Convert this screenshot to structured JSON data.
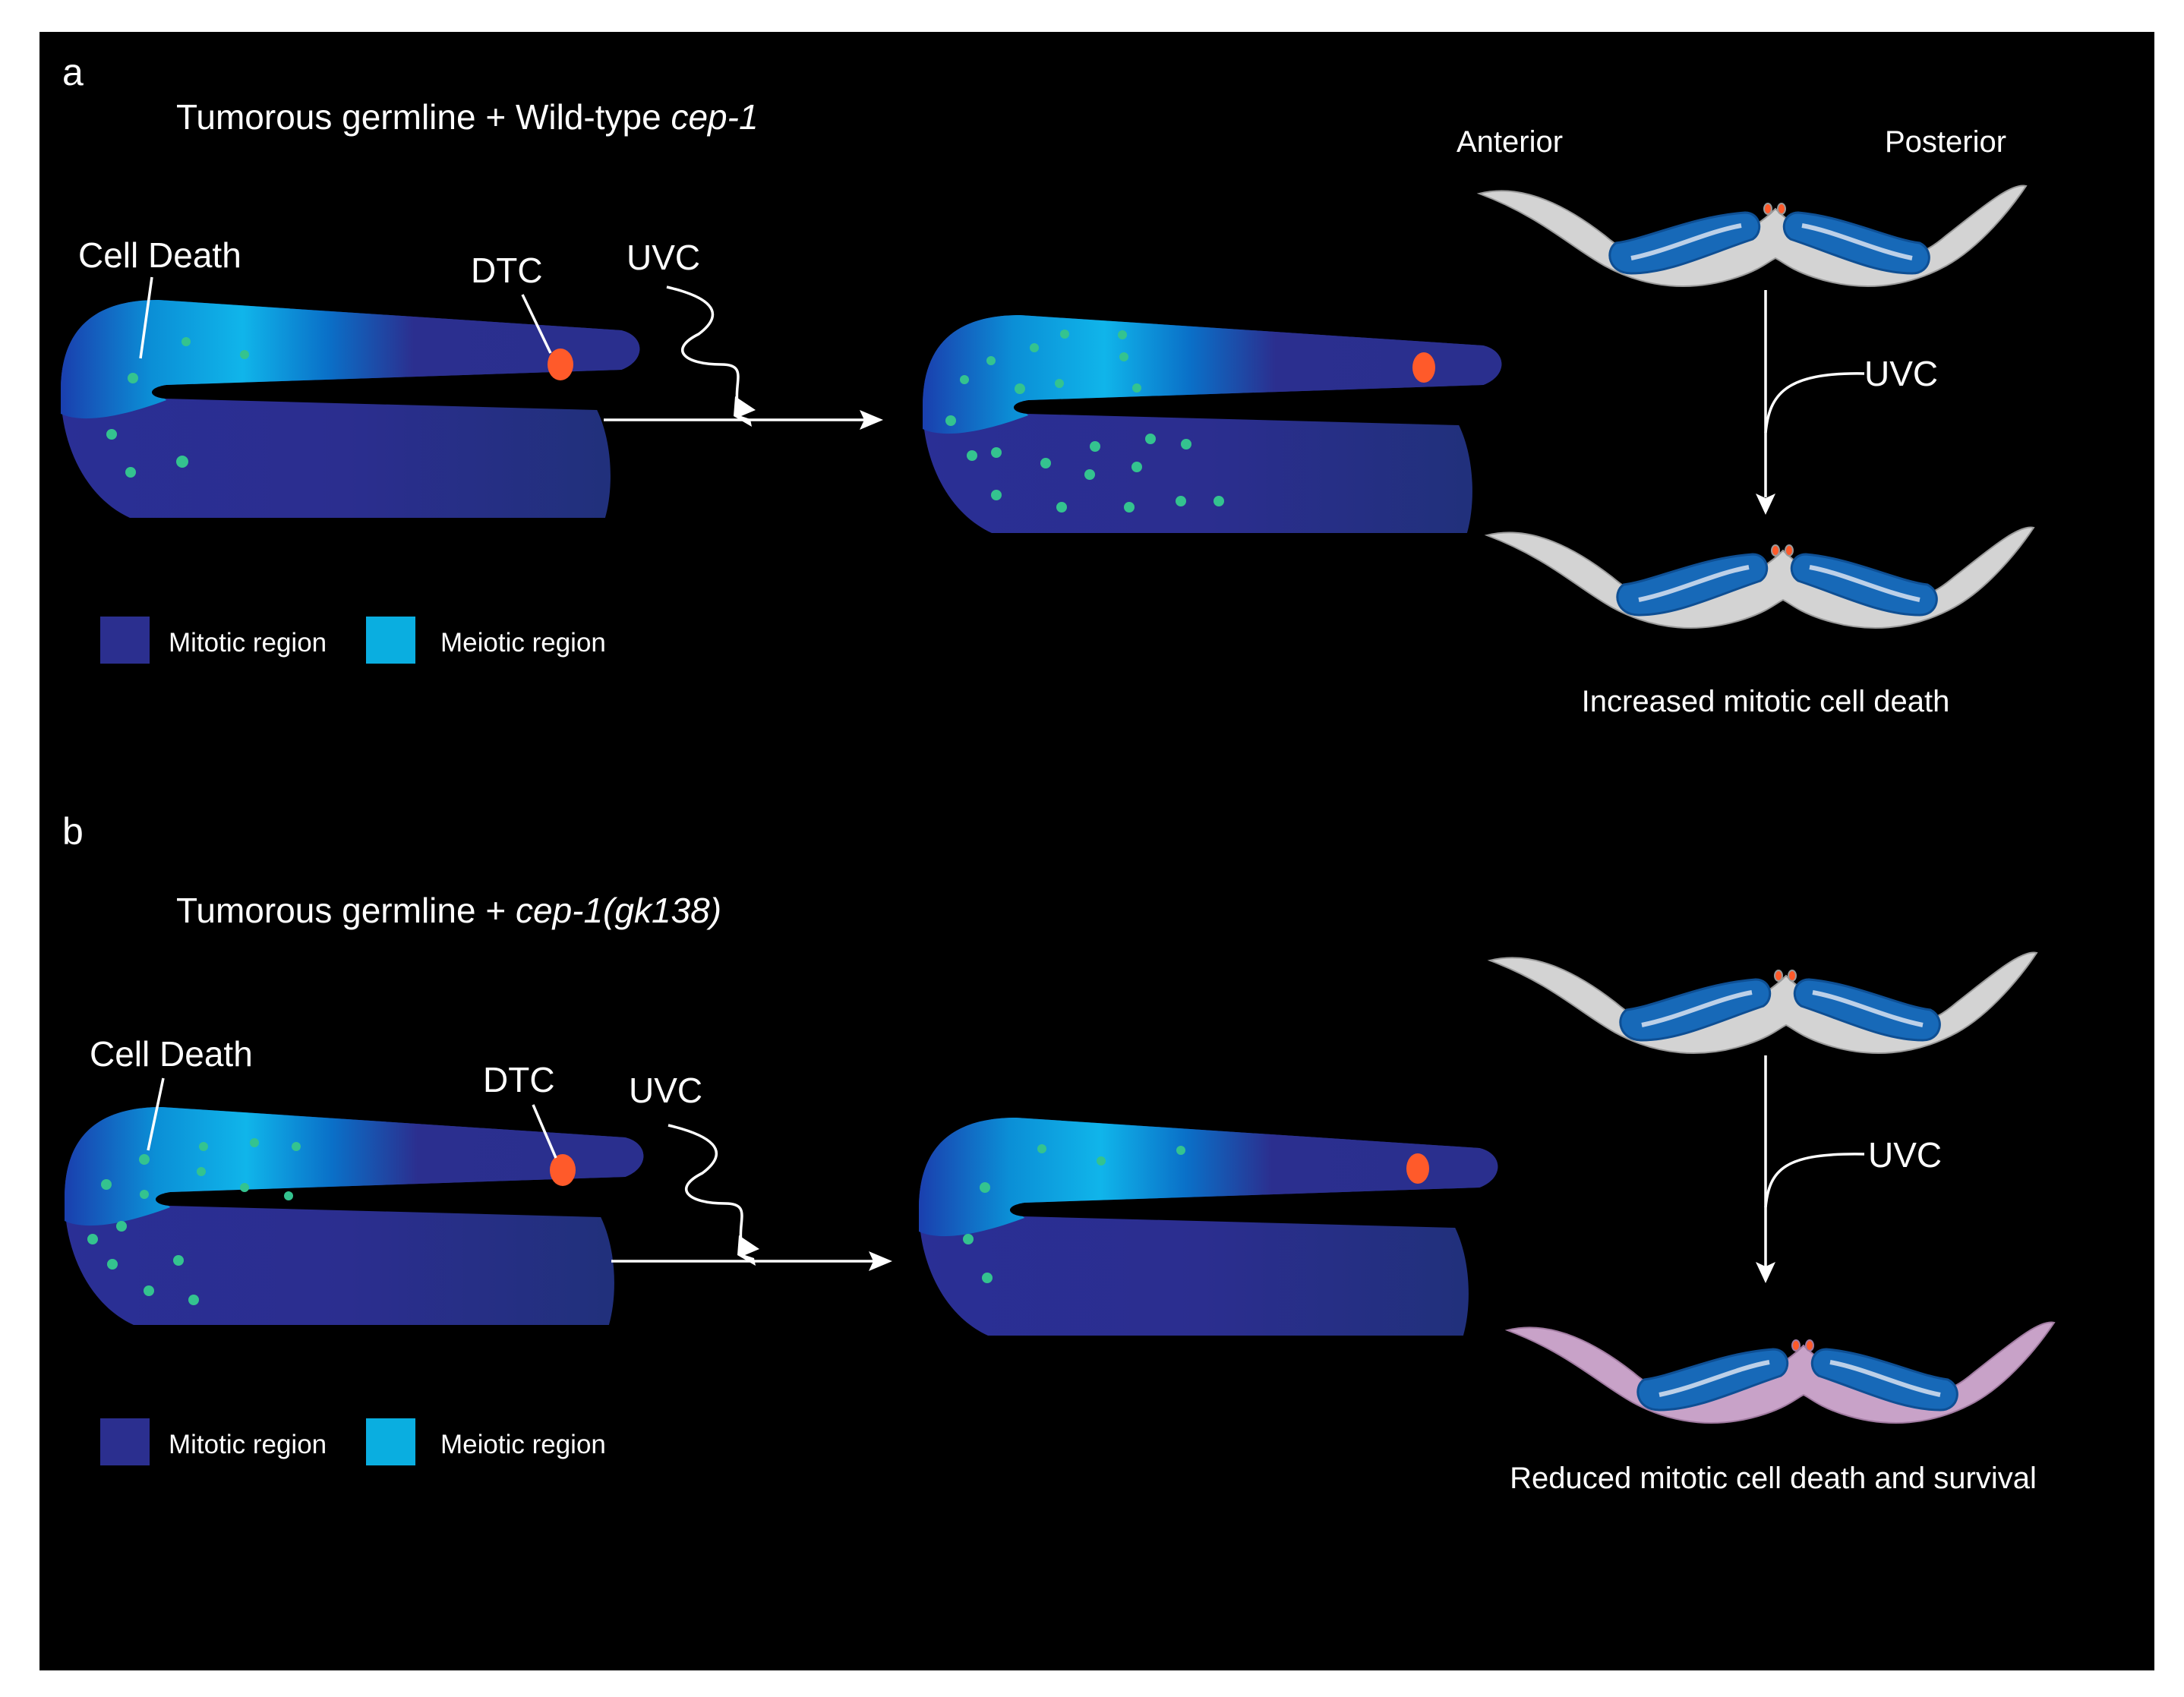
{
  "colors": {
    "background": "#000000",
    "mitotic": "#2b2f8f",
    "meiotic": "#0aaee0",
    "cell_death": "#34c38f",
    "dtc": "#ff5a2a",
    "worm_normal": "#d3d3d3",
    "worm_survival": "#c8a2c8",
    "gonad_worm": "#1769b8"
  },
  "panel_a": {
    "letter": "a",
    "title_prefix": "Tumorous germline + Wild-type ",
    "title_italic": "cep-1",
    "cell_death_label": "Cell Death",
    "dtc_label": "DTC",
    "uvc_label": "UVC",
    "legend_mitotic": "Mitotic region",
    "legend_meiotic": "Meiotic region",
    "anterior_label": "Anterior",
    "posterior_label": "Posterior",
    "worm_uvc_label": "UVC",
    "outcome": "Increased mitotic cell death"
  },
  "panel_b": {
    "letter": "b",
    "title_prefix": "Tumorous germline + ",
    "title_italic": "cep-1(gk138)",
    "cell_death_label": "Cell Death",
    "dtc_label": "DTC",
    "uvc_label": "UVC",
    "legend_mitotic": "Mitotic region",
    "legend_meiotic": "Meiotic region",
    "worm_uvc_label": "UVC",
    "outcome": "Reduced mitotic cell death and survival"
  }
}
